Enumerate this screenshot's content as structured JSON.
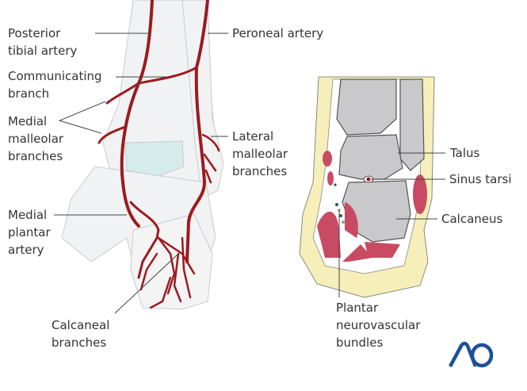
{
  "left_figure": {
    "labels": {
      "posterior_tibial": [
        "Posterior",
        "tibial artery"
      ],
      "peroneal": [
        "Peroneal artery"
      ],
      "communicating": [
        "Communicating",
        "branch"
      ],
      "medial_malleolar": [
        "Medial",
        "malleolar",
        "branches"
      ],
      "lateral_malleolar": [
        "Lateral",
        "malleolar",
        "branches"
      ],
      "medial_plantar": [
        "Medial",
        "plantar",
        "artery"
      ],
      "calcaneal": [
        "Calcaneal",
        "branches"
      ]
    }
  },
  "right_figure": {
    "labels": {
      "talus": [
        "Talus"
      ],
      "sinus_tarsi": [
        "Sinus tarsi"
      ],
      "calcaneus": [
        "Calcaneus"
      ],
      "plantar_bundles": [
        "Plantar",
        "neurovascular",
        "bundles"
      ]
    }
  },
  "logo": {
    "text": "AO",
    "color": "#1d4f9c"
  },
  "colors": {
    "artery": "#9b1b20",
    "muscle": "#c94a63",
    "fat": "#f6efb9",
    "bone_section": "#c9c9cb",
    "cartilage": "#d6ecec"
  }
}
